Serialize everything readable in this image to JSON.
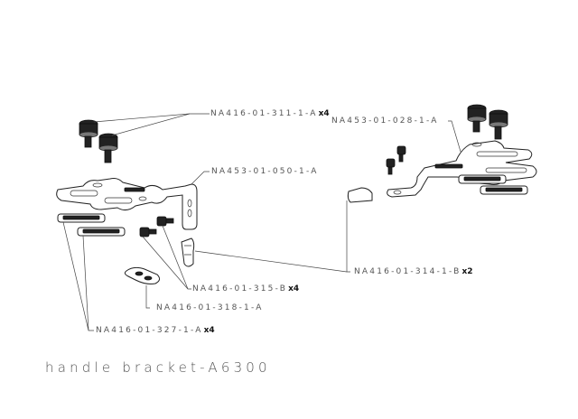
{
  "title": "handle bracket-A6300",
  "labels": [
    {
      "id": "knob-screw",
      "part": "NA416-01-311-1-A",
      "qty": "x4"
    },
    {
      "id": "right-bracket",
      "part": "NA453-01-028-1-A",
      "qty": ""
    },
    {
      "id": "left-bracket",
      "part": "NA453-01-050-1-A",
      "qty": ""
    },
    {
      "id": "clip",
      "part": "NA416-01-314-1-B",
      "qty": "x2"
    },
    {
      "id": "small-screw",
      "part": "NA416-01-315-B",
      "qty": "x4"
    },
    {
      "id": "plate",
      "part": "NA416-01-318-1-A",
      "qty": ""
    },
    {
      "id": "rail-pad",
      "part": "NA416-01-327-1-A",
      "qty": "x4"
    }
  ]
}
